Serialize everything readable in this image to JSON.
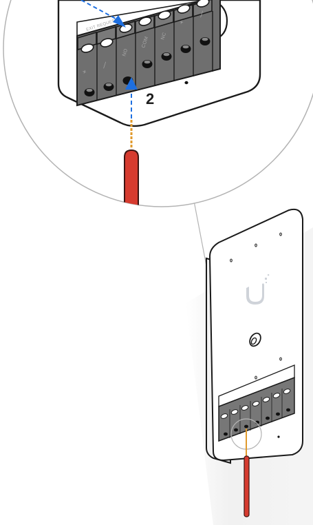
{
  "callout": {
    "step_number": "2",
    "strip_label": "EXIT REQUEST",
    "terminal_labels": [
      "+",
      "—",
      "NO",
      "COM",
      "NC",
      "+",
      "—"
    ]
  },
  "colors": {
    "wire_red": "#d63b2f",
    "wire_dark": "#3a1412",
    "wire_copper": "#e09a2c",
    "arrow_blue": "#1e6fe0",
    "terminal_gray": "#6f6f6f",
    "outline": "#1a1a1a",
    "shadow": "#eeeeee"
  },
  "icons": [
    "blue-arrow-icon",
    "ubiquiti-logo-icon",
    "red-wire-icon"
  ]
}
